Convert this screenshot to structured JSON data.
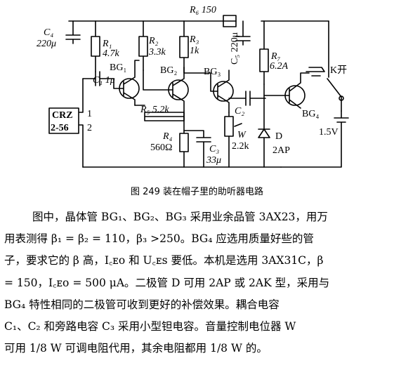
{
  "figure": {
    "labels": {
      "r6": "R₆ 150",
      "c4_name": "C₄",
      "c4_val": "220μ",
      "r1_name": "R₁",
      "r1_val": "4.7k",
      "r2_name": "R₂",
      "r2_val": "3.3k",
      "r3_name": "R₃",
      "r3_val": "1k",
      "c5": "C₅ 220μ",
      "r7_name": "R₇",
      "r7_val": "6.2A",
      "switch": "K开",
      "c1": "C₁ 1μ",
      "bg1": "BG₁",
      "bg2": "BG₂",
      "bg3": "BG₃",
      "bg4": "BG₄",
      "crz_1": "CRZ",
      "crz_2": "2-56",
      "pin1": "1",
      "pin2": "2",
      "r5": "R₅  5.2k",
      "r4_name": "R₄",
      "r4_val": "560Ω",
      "c2": "C₂",
      "w_name": "W",
      "w_val": "2.2k",
      "c3_name": "C₃",
      "c3_val": "33μ",
      "d_name": "D",
      "d_val": "2AP",
      "battery": "1.5V"
    },
    "caption": "图 249   装在帽子里的助听器电路"
  },
  "text": {
    "lines": [
      "图中，晶体管 BG₁、BG₂、BG₃ 采用业余品管 3AX23，用万",
      "用表测得 β₁ = β₂ = 110，β₃ >250。BG₄ 应选用质量好些的管",
      "子，要求它的 β 高，I꜀ᴇᴏ 和 U꜀ᴇꜱ 要低。本机是选用 3AX31C，β",
      "= 150，I꜀ᴇᴏ = 500 μA。二极管 D 可用 2AP 或 2AK 型，采用与",
      "BG₄ 特性相同的二极管可收到更好的补偿效果。耦合电容",
      "C₁、C₂ 和旁路电容 C₃ 采用小型钽电容。音量控制电位器 W",
      "可用 1/8 W 可调电阻代用，其余电阻都用 1/8 W 的。"
    ]
  }
}
